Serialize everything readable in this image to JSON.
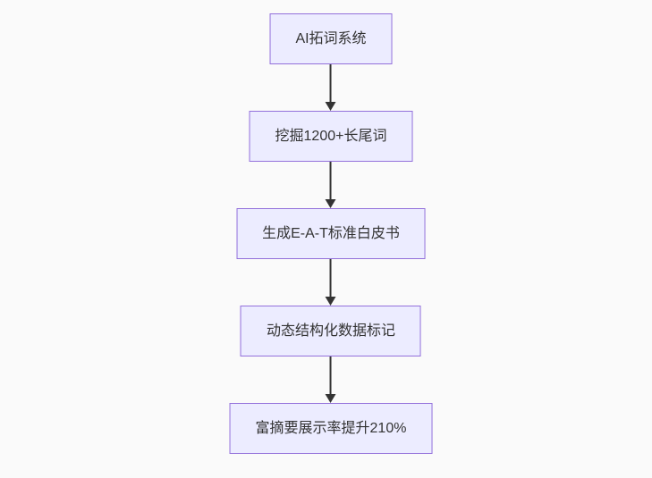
{
  "page": {
    "background_color": "#fafafa"
  },
  "chart_data": {
    "type": "flowchart",
    "direction": "top-down",
    "node_fill": "#ececff",
    "node_border_color": "#9370db",
    "text_color": "#333333",
    "arrow_color": "#333333",
    "nodes": [
      {
        "id": "step-1",
        "label": "AI拓词系统"
      },
      {
        "id": "step-2",
        "label": "挖掘1200+长尾词"
      },
      {
        "id": "step-3",
        "label": "生成E-A-T标准白皮书"
      },
      {
        "id": "step-4",
        "label": "动态结构化数据标记"
      },
      {
        "id": "step-5",
        "label": "富摘要展示率提升210%"
      }
    ],
    "edges": [
      {
        "from": "step-1",
        "to": "step-2"
      },
      {
        "from": "step-2",
        "to": "step-3"
      },
      {
        "from": "step-3",
        "to": "step-4"
      },
      {
        "from": "step-4",
        "to": "step-5"
      }
    ]
  },
  "flowchart": {
    "nodes": [
      {
        "label": "AI拓词系统"
      },
      {
        "label": "挖掘1200+长尾词"
      },
      {
        "label": "生成E-A-T标准白皮书"
      },
      {
        "label": "动态结构化数据标记"
      },
      {
        "label": "富摘要展示率提升210%"
      }
    ]
  }
}
